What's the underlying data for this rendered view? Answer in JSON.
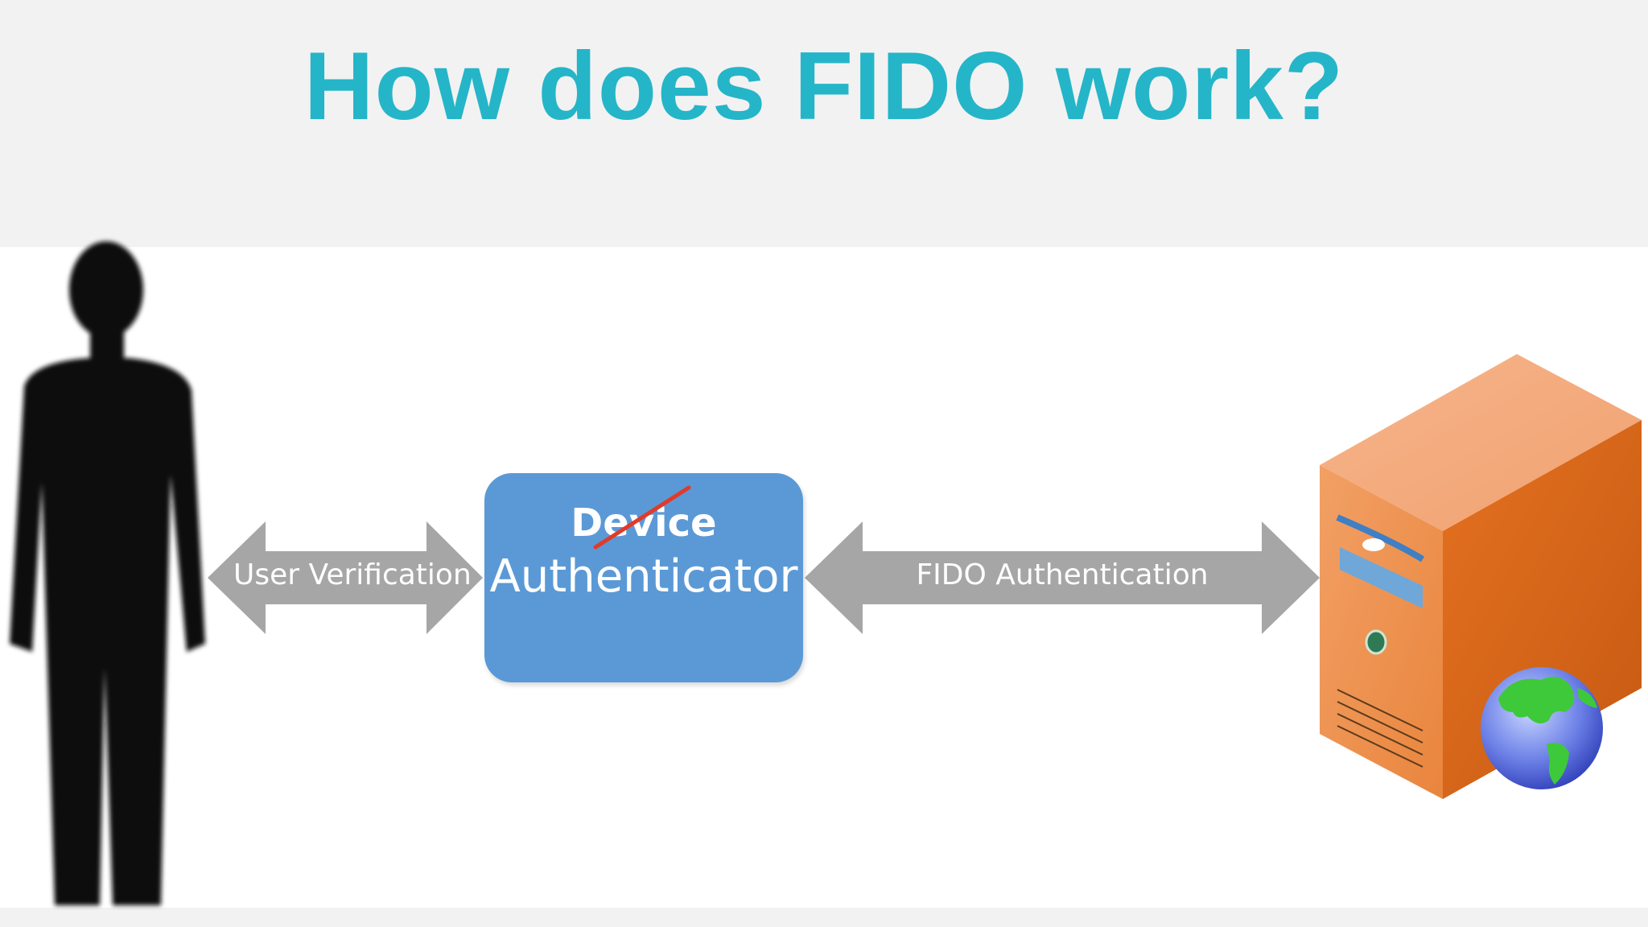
{
  "slide": {
    "title": "How does FIDO work?"
  },
  "diagram": {
    "left_arrow_label": "User Verification",
    "right_arrow_label": "FIDO Authentication",
    "authenticator": {
      "struck_text": "Device",
      "label": "Authenticator"
    },
    "icons": {
      "user": "person-silhouette-icon",
      "server": "server-tower-icon",
      "globe": "globe-icon"
    },
    "colors": {
      "title": "#25b5c8",
      "box": "#5b99d6",
      "arrow": "#a6a6a6",
      "strike": "#e03b2a",
      "server": "#e77a2e"
    }
  }
}
